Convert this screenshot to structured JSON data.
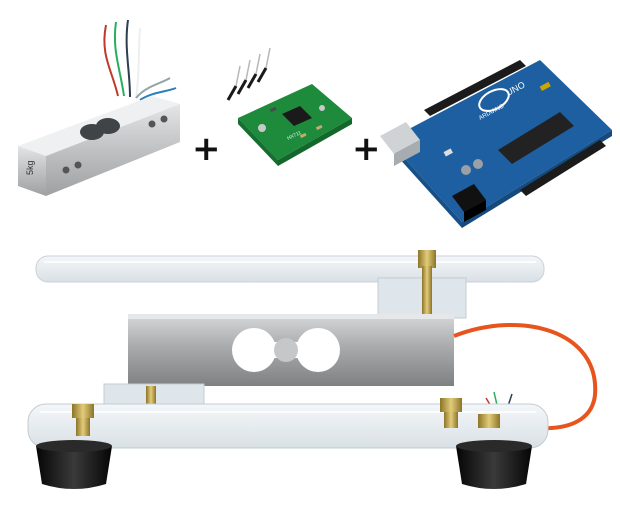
{
  "components": {
    "plus_symbol": "+",
    "load_cell_label": "5kg",
    "hx711_label": "HX711",
    "arduino_label": "UNO",
    "arduino_brand": "ARDUINO"
  },
  "colors": {
    "background": "#ffffff",
    "aluminium": "#c9cacb",
    "pcb_green": "#1e8a3c",
    "arduino_blue": "#1d5fa0",
    "acrylic": "#e9eef2",
    "wire_orange": "#e8541e",
    "foot_black": "#151515",
    "brass": "#b69a3c"
  },
  "icons": [
    "load-cell-sensor",
    "hx711-amplifier-board",
    "arduino-uno-board",
    "assembled-scale-platform"
  ]
}
